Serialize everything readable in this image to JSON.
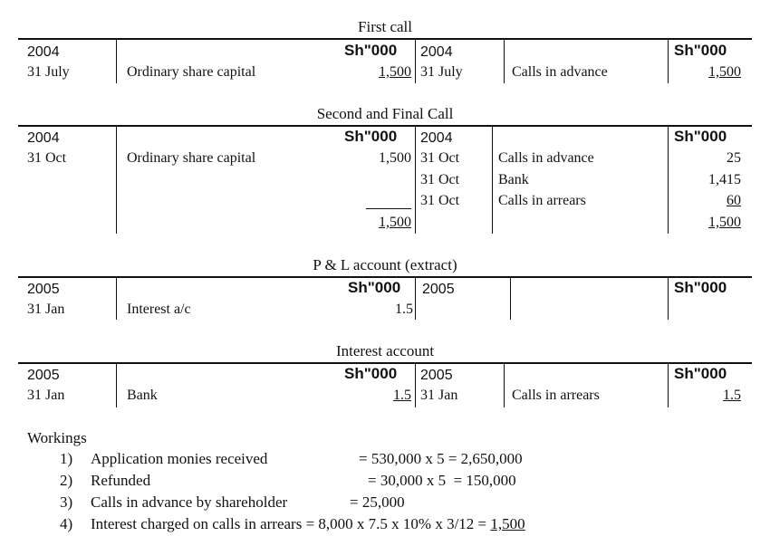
{
  "ledger1": {
    "title": "First call",
    "dr": {
      "year": "2004",
      "date": "31 July",
      "desc": "Ordinary share capital",
      "unit": "Sh\"000",
      "amount": "1,500"
    },
    "cr": {
      "year": "2004",
      "date": "31 July",
      "desc": "Calls in advance",
      "unit": "Sh\"000",
      "amount": "1,500"
    }
  },
  "ledger2": {
    "title": "Second and Final Call",
    "dr": {
      "year": "2004",
      "date": "31 Oct",
      "desc": "Ordinary share capital",
      "unit": "Sh\"000",
      "amount": "1,500",
      "total": "1,500"
    },
    "cr": {
      "year": "2004",
      "unit": "Sh\"000",
      "rows": [
        {
          "date": "31 Oct",
          "desc": "Calls in advance",
          "amount": "25"
        },
        {
          "date": "31 Oct",
          "desc": "Bank",
          "amount": "1,415"
        },
        {
          "date": "31 Oct",
          "desc": "Calls in arrears",
          "amount": "60"
        }
      ],
      "total": "1,500"
    }
  },
  "ledger3": {
    "title": "P & L account (extract)",
    "dr": {
      "year": "2005",
      "date": "31 Jan",
      "desc": "Interest a/c",
      "unit": "Sh\"000",
      "amount": "1.5"
    },
    "cr": {
      "year": "2005",
      "unit": "Sh\"000"
    }
  },
  "ledger4": {
    "title": "Interest account",
    "dr": {
      "year": "2005",
      "date": "31 Jan",
      "desc": "Bank",
      "unit": "Sh\"000",
      "amount": "1.5"
    },
    "cr": {
      "year": "2005",
      "date": "31 Jan",
      "desc": "Calls in arrears",
      "unit": "Sh\"000",
      "amount": "1.5"
    }
  },
  "workings": {
    "heading": "Workings",
    "items": [
      {
        "num": "1)",
        "label": "Application monies received",
        "calc": "= 530,000 x 5 = 2,650,000"
      },
      {
        "num": "2)",
        "label": "Refunded",
        "calc": "= 30,000 x 5  = 150,000"
      },
      {
        "num": "3)",
        "label": "Calls in advance by shareholder",
        "calc": "= 25,000"
      },
      {
        "num": "4)",
        "label": "Interest charged on calls in arrears",
        "calc": "= 8,000 x 7.5 x 10% x 3/12 = ",
        "result": "1,500"
      }
    ]
  }
}
